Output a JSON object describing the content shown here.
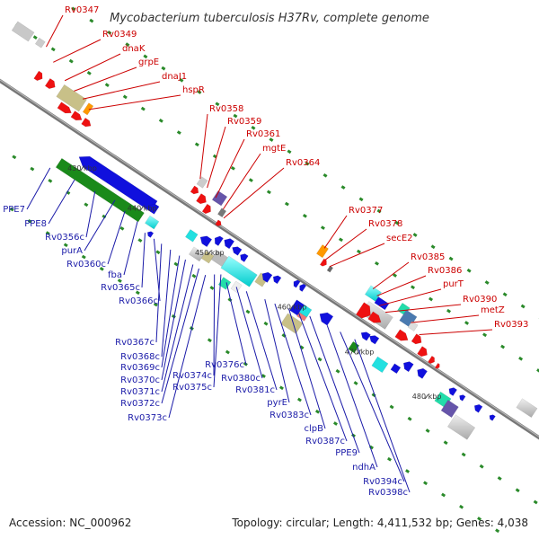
{
  "header": {
    "title": "Mycobacterium tuberculosis H37Rv, complete genome"
  },
  "footer": {
    "accession": "Accession: NC_000962",
    "topology": "Topology: circular; Length: 4,411,532 bp; Genes: 4,038"
  },
  "kbp_ticks": [
    "430 kbp",
    "440 kbp",
    "450 kbp",
    "460 kbp",
    "470 kbp",
    "480 kbp"
  ],
  "labels_forward": [
    "Rv0347",
    "Rv0349",
    "dnaK",
    "grpE",
    "dnaJ1",
    "hspR",
    "Rv0358",
    "Rv0359",
    "Rv0361",
    "mgtE",
    "Rv0364",
    "Rv0377",
    "Rv0378",
    "secE2",
    "Rv0385",
    "Rv0386",
    "purT",
    "Rv0390",
    "metZ",
    "Rv0393"
  ],
  "labels_reverse": [
    "PPE7",
    "PPE8",
    "Rv0356c",
    "purA",
    "Rv0360c",
    "fba",
    "Rv0365c",
    "Rv0366c",
    "Rv0367c",
    "Rv0368c",
    "Rv0369c",
    "Rv0370c",
    "Rv0371c",
    "Rv0372c",
    "Rv0373c",
    "Rv0374c",
    "Rv0375c",
    "Rv0376c",
    "Rv0380c",
    "Rv0381c",
    "pyrE",
    "Rv0383c",
    "clpB",
    "Rv0387c",
    "PPE9",
    "ndhA",
    "Rv0394c",
    "Rv0398c"
  ],
  "colors": {
    "forward_label": "#cc0000",
    "reverse_label": "#1a1aa8",
    "backbone": "#888888",
    "red_gene": "#ee1111",
    "blue_gene": "#1010dd",
    "green_gene": "#1a8a1a",
    "cyan_gene": "#22e0e0",
    "khaki_gene": "#c8c088",
    "gray_gene": "#c8c8c8",
    "orange_gene": "#ff9900",
    "purple_gene": "#6655aa",
    "teal_gene": "#22ddaa",
    "dark_gray_gene": "#666666",
    "tick_green": "#2a8a2a"
  }
}
